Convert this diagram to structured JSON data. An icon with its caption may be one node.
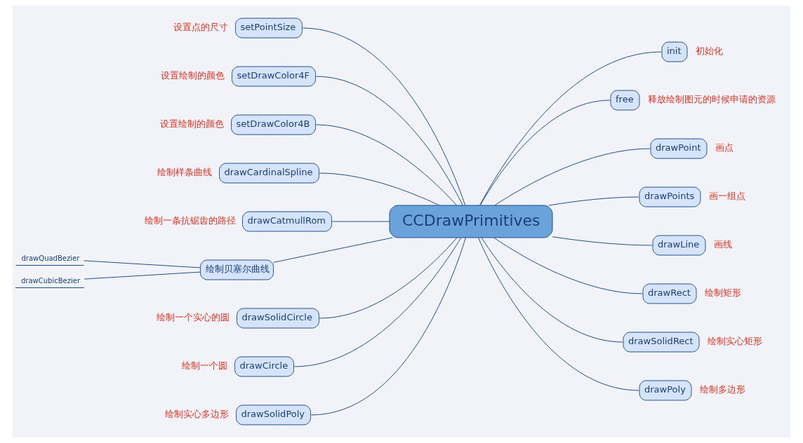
{
  "diagram": {
    "nodes": [
      {
        "text": [
          "CCDrawPrimitives"
        ]
      },
      {
        "text": [
          "setPointSize"
        ],
        "beside": [
          "设置点的尺寸"
        ]
      },
      {
        "text": [
          "setDrawColor4F"
        ],
        "beside": [
          "设置绘制的颜色"
        ]
      },
      {
        "text": [
          "setDrawColor4B"
        ],
        "beside": [
          "设置绘制的颜色"
        ]
      },
      {
        "text": [
          "drawCardinalSpline"
        ],
        "beside": [
          "绘制样条曲线"
        ]
      },
      {
        "text": [
          "drawCatmullRom"
        ],
        "beside": [
          "绘制一条抗锯齿的路径"
        ]
      },
      {
        "text": [
          "绘制贝塞尔曲线"
        ]
      },
      {
        "text": [
          "drawQuadBezier"
        ]
      },
      {
        "text": [
          "drawCubicBezier"
        ]
      },
      {
        "text": [
          "drawSolidCircle"
        ],
        "beside": [
          "绘制一个实心的圆"
        ]
      },
      {
        "text": [
          "drawCircle"
        ],
        "beside": [
          "绘制一个圆"
        ]
      },
      {
        "text": [
          "drawSolidPoly"
        ],
        "beside": [
          "绘制实心多边形"
        ]
      },
      {
        "text": [
          "init"
        ],
        "beside": [
          "初始化"
        ]
      },
      {
        "text": [
          "free"
        ],
        "beside": [
          "释放绘制图元的时候申请的资源"
        ]
      },
      {
        "text": [
          "drawPoint"
        ],
        "beside": [
          "画点"
        ]
      },
      {
        "text": [
          "drawPoints"
        ],
        "beside": [
          "画一组点"
        ]
      },
      {
        "text": [
          "drawLine"
        ],
        "beside": [
          "画线"
        ]
      },
      {
        "text": [
          "drawRect"
        ],
        "beside": [
          "绘制矩形"
        ]
      },
      {
        "text": [
          "drawSolidRect"
        ],
        "beside": [
          "绘制实心矩形"
        ]
      },
      {
        "text": [
          "drawPoly"
        ],
        "beside": [
          "绘制多边形"
        ]
      }
    ],
    "edges": [
      {
        "from": 0,
        "to": 1,
        "arrow": "none"
      },
      {
        "from": 0,
        "to": 2,
        "arrow": "none"
      },
      {
        "from": 0,
        "to": 3,
        "arrow": "none"
      },
      {
        "from": 0,
        "to": 4,
        "arrow": "none"
      },
      {
        "from": 0,
        "to": 5,
        "arrow": "none"
      },
      {
        "from": 0,
        "to": 6,
        "arrow": "none"
      },
      {
        "from": 6,
        "to": 7,
        "arrow": "none"
      },
      {
        "from": 6,
        "to": 8,
        "arrow": "none"
      },
      {
        "from": 0,
        "to": 9,
        "arrow": "none"
      },
      {
        "from": 0,
        "to": 10,
        "arrow": "none"
      },
      {
        "from": 0,
        "to": 11,
        "arrow": "none"
      },
      {
        "from": 0,
        "to": 12,
        "arrow": "none"
      },
      {
        "from": 0,
        "to": 13,
        "arrow": "none"
      },
      {
        "from": 0,
        "to": 14,
        "arrow": "none"
      },
      {
        "from": 0,
        "to": 15,
        "arrow": "none"
      },
      {
        "from": 0,
        "to": 16,
        "arrow": "none"
      },
      {
        "from": 0,
        "to": 17,
        "arrow": "none"
      },
      {
        "from": 0,
        "to": 18,
        "arrow": "none"
      },
      {
        "from": 0,
        "to": 19,
        "arrow": "none"
      }
    ]
  }
}
